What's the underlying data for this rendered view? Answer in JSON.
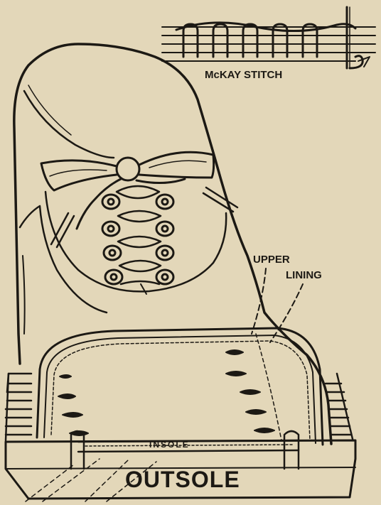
{
  "diagram": {
    "labels": {
      "mckay_stitch": "McKAY STITCH",
      "upper": "UPPER",
      "lining": "LINING",
      "insole": "INSOLE",
      "outsole": "OUTSOLE"
    },
    "colors": {
      "paper": "#e3d7b9",
      "ink": "#1c1914"
    }
  }
}
